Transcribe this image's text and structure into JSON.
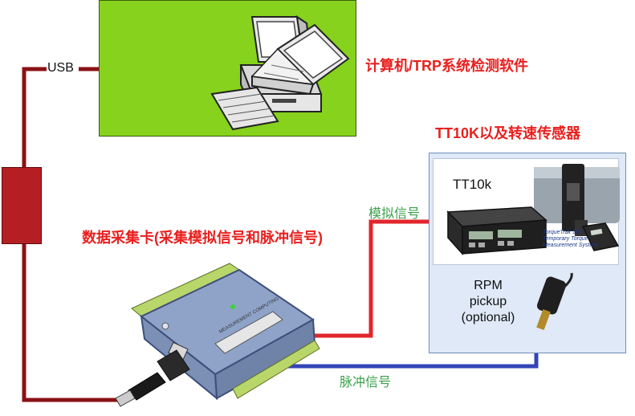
{
  "labels": {
    "usb": "USB",
    "computer": "计算机/TRP系统检测软件",
    "sensor_title": "TT10K以及转速传感器",
    "daq_card": "数据采集卡(采集模拟信号和脉冲信号)",
    "analog_signal": "模拟信号",
    "pulse_signal": "脉冲信号",
    "tt10k": "TT10k",
    "rpm_line1": "RPM",
    "rpm_line2": "pickup",
    "rpm_line3": "(optional)",
    "torquetrak_line1": "TorqueTrak 10K",
    "torquetrak_line2": "Temporary Torque",
    "torquetrak_line3": "Measurement System",
    "daq_brand": "MEASUREMENT COMPUTING"
  },
  "colors": {
    "pc_panel": "#86d21c",
    "usb_wire": "#8a1216",
    "analog_wire": "#e1262b",
    "pulse_wire": "#3344b8",
    "sensor_panel": "#dfe9f7",
    "title_red": "#e8201f",
    "label_green": "#3aa04a"
  }
}
